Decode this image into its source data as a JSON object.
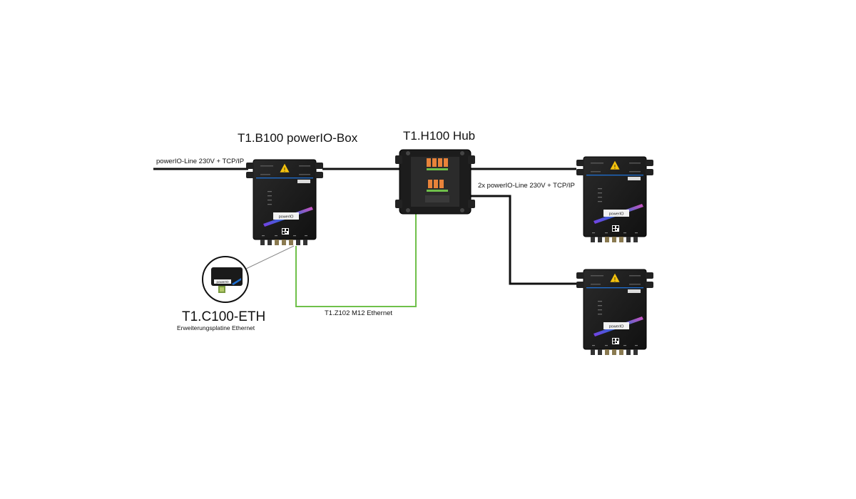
{
  "labels": {
    "box_title": "T1.B100 powerIO-Box",
    "hub_title": "T1.H100 Hub",
    "line_in": "powerIO-Line 230V + TCP/IP",
    "line_out": "2x powerIO-Line 230V + TCP/IP",
    "ethernet_cable": "T1.Z102 M12 Ethernet",
    "ext_board_title": "T1.C100-ETH",
    "ext_board_subtitle": "Erweiterungsplatine Ethernet",
    "box_brand": "powerIO",
    "board_brand": "powerIO"
  },
  "colors": {
    "power_line": "#111111",
    "ethernet_line": "#6fc04a",
    "box_body": "#1a1a1a",
    "warning": "#f4c20d",
    "accent_blue": "#1f6fd1",
    "accent_purple": "#7b3fe4",
    "hub_terminal": "#e8833a"
  }
}
